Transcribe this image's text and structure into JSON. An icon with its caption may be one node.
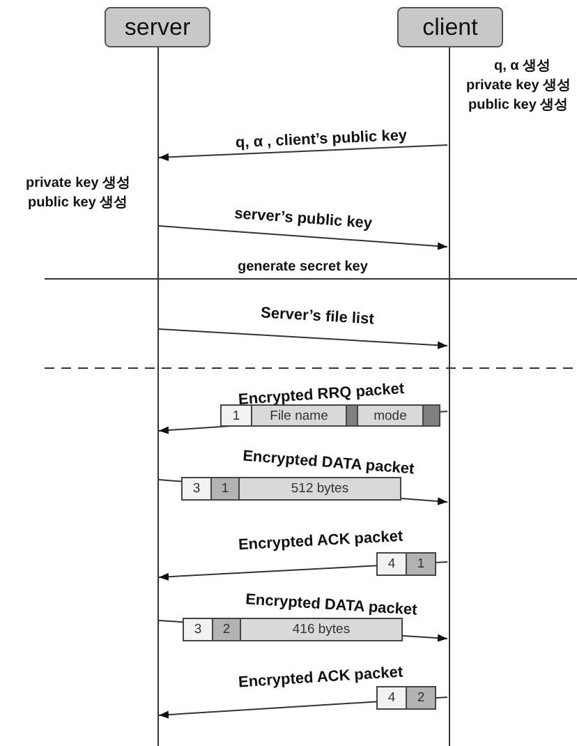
{
  "diagram": {
    "nodes": [
      {
        "text": [
          "server"
        ]
      },
      {
        "text": [
          "client"
        ]
      }
    ],
    "edges": [
      {
        "from": 1,
        "to": 0,
        "arrow": "to",
        "label": "q,  α , client’s public key"
      },
      {
        "from": 0,
        "to": 1,
        "arrow": "to",
        "label": "server’s public key"
      },
      {
        "from": 0,
        "to": 1,
        "arrow": "to",
        "label": "Server’s file list"
      },
      {
        "from": 1,
        "to": 0,
        "arrow": "to",
        "label": "Encrypted RRQ packet"
      },
      {
        "from": 0,
        "to": 1,
        "arrow": "to",
        "label": "Encrypted DATA packet"
      },
      {
        "from": 1,
        "to": 0,
        "arrow": "to",
        "label": "Encrypted ACK packet"
      },
      {
        "from": 0,
        "to": 1,
        "arrow": "to",
        "label": "Encrypted DATA packet"
      },
      {
        "from": 1,
        "to": 0,
        "arrow": "to",
        "label": "Encrypted ACK packet"
      }
    ],
    "labels": [
      "q, α 생성",
      "private key 생성",
      "public key 생성",
      "private key 생성",
      "public key 생성",
      "generate secret key",
      "1",
      "File name",
      "mode",
      "3",
      "1",
      "512 bytes",
      "4",
      "1",
      "3",
      "2",
      "416 bytes",
      "4",
      "2"
    ]
  }
}
